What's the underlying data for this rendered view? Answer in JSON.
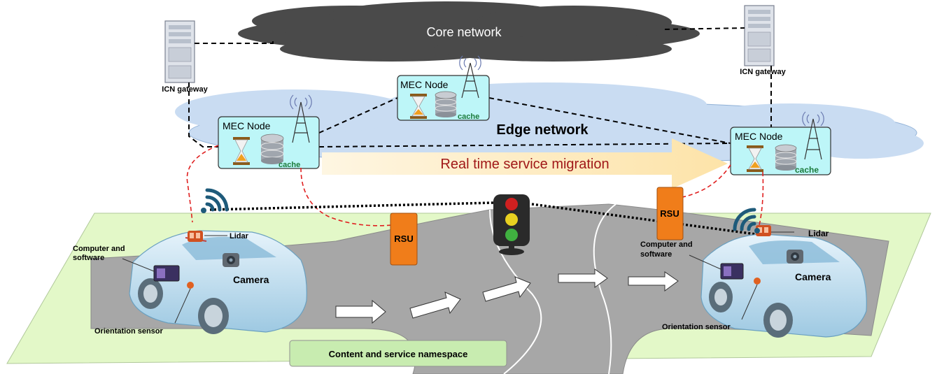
{
  "core_network": {
    "label": "Core network"
  },
  "edge_network": {
    "label": "Edge network"
  },
  "gateways": [
    {
      "label": "ICN gateway"
    },
    {
      "label": "ICN gateway"
    }
  ],
  "mec_nodes": [
    {
      "title": "MEC Node",
      "cache_label": "cache"
    },
    {
      "title": "MEC Node",
      "cache_label": "cache"
    },
    {
      "title": "MEC Node",
      "cache_label": "cache"
    }
  ],
  "migration": {
    "label": "Real time service migration"
  },
  "rsu_units": [
    {
      "label": "RSU"
    },
    {
      "label": "RSU"
    }
  ],
  "vehicles": [
    {
      "lidar": "Lidar",
      "computer_line1": "Computer and",
      "computer_line2": "software",
      "camera": "Camera",
      "orientation": "Orientation sensor"
    },
    {
      "lidar": "Lidar",
      "computer_line1": "Computer and",
      "computer_line2": "software",
      "camera": "Camera",
      "orientation": "Orientation sensor"
    }
  ],
  "namespace": {
    "label": "Content and service namespace"
  },
  "colors": {
    "core_cloud": "#4a4a4a",
    "edge_cloud": "#c9dcf2",
    "mec_box": "#bdf6f8",
    "rsu": "#f07d1a",
    "cache_text": "#1a7a3a",
    "migration_text": "#a01818",
    "migration_arrow": "#fdedc8",
    "ground": "#e3f8c8",
    "road": "#a7a7a7",
    "namespace_box": "#c8ecb0",
    "radio_wave": "#1e5a7a",
    "link_red": "#e02020"
  }
}
